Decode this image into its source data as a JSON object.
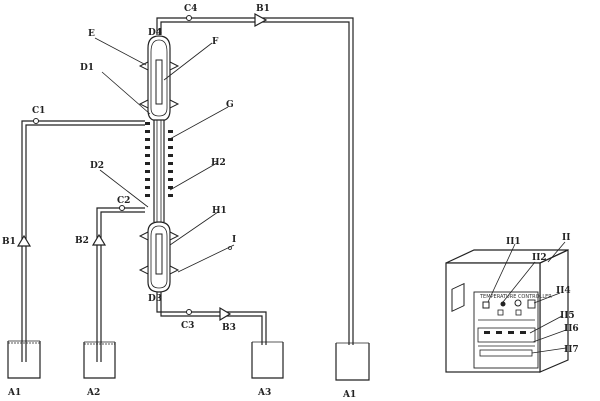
{
  "labels": {
    "A1_left": "A1",
    "A2": "A2",
    "A3": "A3",
    "A1_right": "A1",
    "B1_left": "B1",
    "B1_top": "B1",
    "B2": "B2",
    "B3": "B3",
    "C1": "C1",
    "C2": "C2",
    "C3": "C3",
    "C4": "C4",
    "D1": "D1",
    "D2": "D2",
    "D3": "D3",
    "D4": "D4",
    "E": "E",
    "F": "F",
    "G": "G",
    "H1": "H1",
    "H2": "H2",
    "I": "I",
    "II": "II",
    "II1": "II1",
    "II2": "II2",
    "II4": "II4",
    "II5": "II5",
    "II6": "II6",
    "II7": "II7"
  }
}
